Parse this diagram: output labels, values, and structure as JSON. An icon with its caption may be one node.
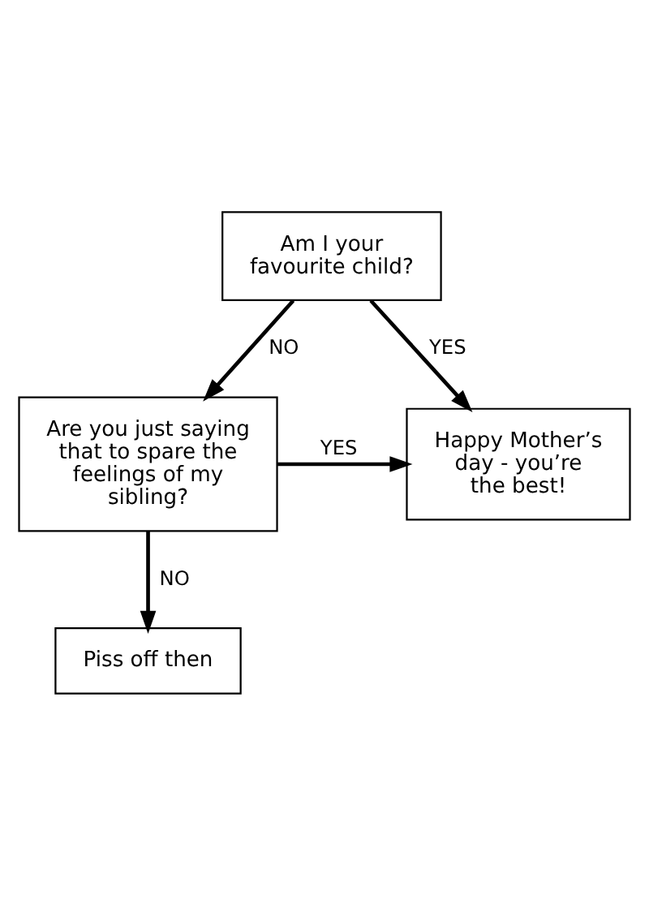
{
  "diagram": {
    "nodes": [
      {
        "text": [
          "Am I your favourite child?"
        ]
      },
      {
        "text": [
          "Happy Mother’s day - you’re the best!"
        ]
      },
      {
        "text": [
          "Are you just saying that to spare the feelings of my sibling?"
        ]
      },
      {
        "text": [
          "Piss off then"
        ]
      }
    ],
    "edges": [
      {
        "from": 0,
        "to": 1,
        "arrow": "to",
        "label": "YES"
      },
      {
        "from": 0,
        "to": 2,
        "arrow": "to",
        "label": "NO"
      },
      {
        "from": 2,
        "to": 1,
        "arrow": "to",
        "label": "YES"
      },
      {
        "from": 2,
        "to": 3,
        "arrow": "to",
        "label": "NO"
      }
    ]
  }
}
